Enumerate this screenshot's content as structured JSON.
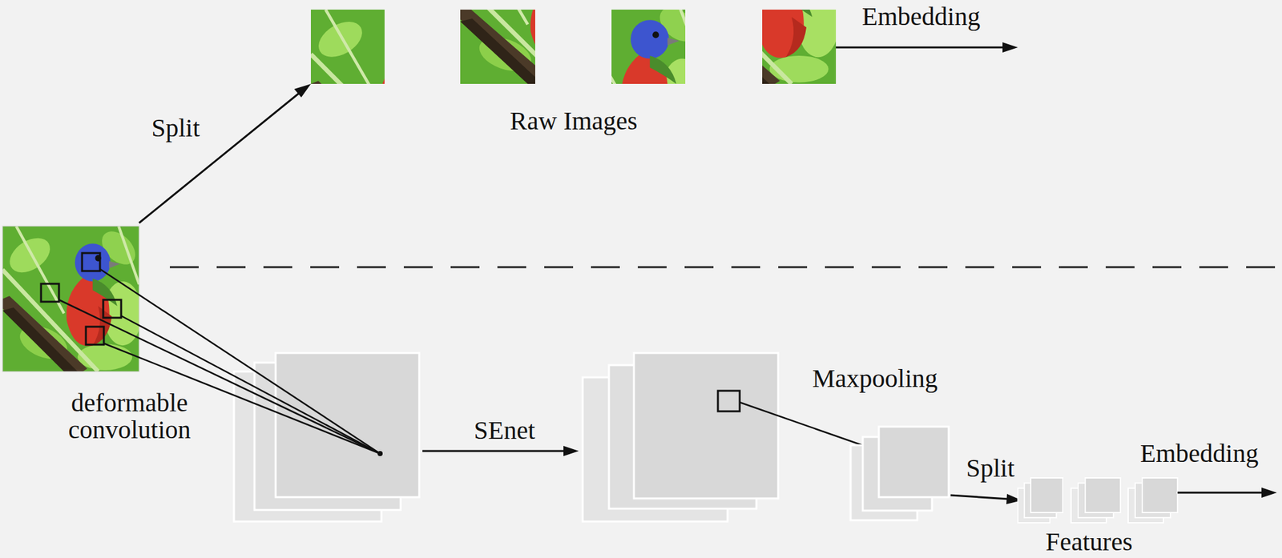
{
  "diagram": {
    "labels": [
      "Embedding",
      "Split",
      "Raw Images",
      "deformable convolution",
      "SEnet",
      "Maxpooling",
      "Split",
      "Embedding",
      "Features"
    ]
  }
}
